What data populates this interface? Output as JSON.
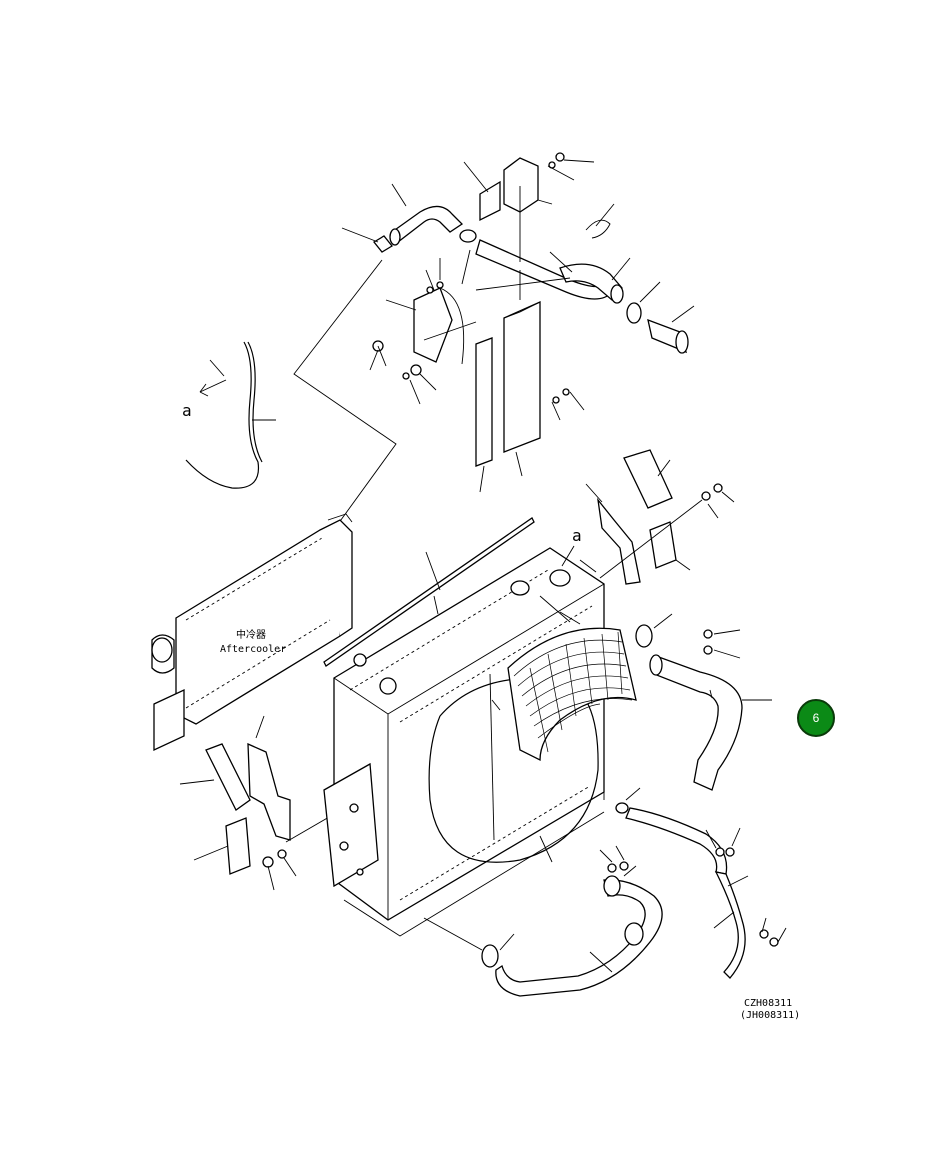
{
  "labels": {
    "callout_a_left": "a",
    "callout_a_right": "a",
    "aftercooler_cn": "中冷器",
    "aftercooler_en": "Aftercooler",
    "drawing_number": "CZH08311",
    "drawing_number_alt": "(JH008311)"
  },
  "page_badge": {
    "text": "6",
    "color": "#0b8a16"
  }
}
